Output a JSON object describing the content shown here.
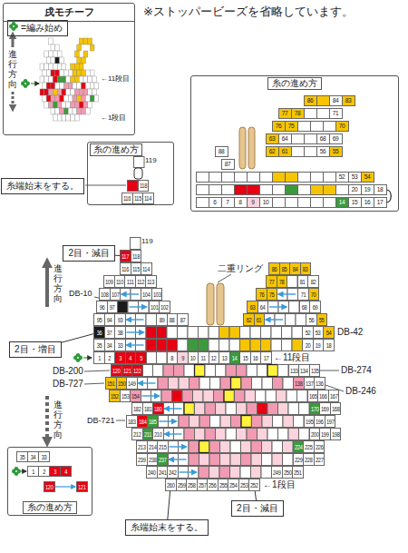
{
  "diagram": {
    "nodes": [
      {
        "text": [
          "戌モチーフ"
        ]
      },
      {
        "text": [
          "=編み始め"
        ],
        "in": 0
      },
      {
        "text": [
          "糸の進め方"
        ]
      },
      {
        "text": [
          "118"
        ],
        "in": 2
      },
      {
        "text": [
          "116"
        ],
        "in": 2
      },
      {
        "text": [
          "115"
        ],
        "in": 2
      },
      {
        "text": [
          "114"
        ],
        "in": 2
      },
      {
        "text": [
          "糸端始末をする。"
        ]
      },
      {
        "text": [
          "糸の進め方"
        ]
      },
      {
        "text": [
          "86"
        ],
        "in": 8
      },
      {
        "text": [
          "84"
        ],
        "in": 8
      },
      {
        "text": [
          "83"
        ],
        "in": 8
      },
      {
        "text": [
          "77"
        ],
        "in": 8
      },
      {
        "text": [
          "78"
        ],
        "in": 8
      },
      {
        "text": [
          "71"
        ],
        "in": 8
      },
      {
        "text": [
          "76"
        ],
        "in": 8
      },
      {
        "text": [
          "75"
        ],
        "in": 8
      },
      {
        "text": [
          "70"
        ],
        "in": 8
      },
      {
        "text": [
          "63"
        ],
        "in": 8
      },
      {
        "text": [
          "64"
        ],
        "in": 8
      },
      {
        "text": [
          "68"
        ],
        "in": 8
      },
      {
        "text": [
          "69"
        ],
        "in": 8
      },
      {
        "text": [
          "88"
        ],
        "in": 8
      },
      {
        "text": [
          "62"
        ],
        "in": 8
      },
      {
        "text": [
          "61"
        ],
        "in": 8
      },
      {
        "text": [
          "56"
        ],
        "in": 8
      },
      {
        "text": [
          "55"
        ],
        "in": 8
      },
      {
        "text": [
          "87"
        ],
        "in": 8
      },
      {
        "text": [
          "52"
        ],
        "in": 8
      },
      {
        "text": [
          "53"
        ],
        "in": 8
      },
      {
        "text": [
          "54"
        ],
        "in": 8
      },
      {
        "text": [
          "20"
        ],
        "in": 8
      },
      {
        "text": [
          "19"
        ],
        "in": 8
      },
      {
        "text": [
          "18"
        ],
        "in": 8
      },
      {
        "text": [
          "6"
        ],
        "in": 8
      },
      {
        "text": [
          "7"
        ],
        "in": 8
      },
      {
        "text": [
          "8"
        ],
        "in": 8
      },
      {
        "text": [
          "9"
        ],
        "in": 8
      },
      {
        "text": [
          "10"
        ],
        "in": 8
      },
      {
        "text": [
          "14"
        ],
        "in": 8
      },
      {
        "text": [
          "15"
        ],
        "in": 8
      },
      {
        "text": [
          "16"
        ],
        "in": 8
      },
      {
        "text": [
          "17"
        ],
        "in": 8
      },
      {
        "text": [
          "117"
        ]
      },
      {
        "text": [
          "118"
        ]
      },
      {
        "text": [
          "116"
        ]
      },
      {
        "text": [
          "115"
        ]
      },
      {
        "text": [
          "114"
        ]
      },
      {
        "text": [
          "86"
        ]
      },
      {
        "text": [
          "85"
        ]
      },
      {
        "text": [
          "84"
        ]
      },
      {
        "text": [
          "83"
        ]
      },
      {
        "text": [
          "109"
        ]
      },
      {
        "text": [
          "110"
        ]
      },
      {
        "text": [
          "111"
        ]
      },
      {
        "text": [
          "112"
        ]
      },
      {
        "text": [
          "113"
        ]
      },
      {
        "text": [
          "77"
        ]
      },
      {
        "text": [
          "78"
        ]
      },
      {
        "text": [
          "81"
        ]
      },
      {
        "text": [
          "82"
        ]
      },
      {
        "text": [
          "108"
        ]
      },
      {
        "text": [
          "107"
        ]
      },
      {
        "text": [
          "104"
        ]
      },
      {
        "text": [
          "103"
        ]
      },
      {
        "text": [
          "76"
        ]
      },
      {
        "text": [
          "75"
        ]
      },
      {
        "text": [
          "71"
        ]
      },
      {
        "text": [
          "70"
        ]
      },
      {
        "text": [
          "96"
        ]
      },
      {
        "text": [
          "97"
        ]
      },
      {
        "text": [
          "101"
        ]
      },
      {
        "text": [
          "102"
        ]
      },
      {
        "text": [
          "63"
        ]
      },
      {
        "text": [
          "64"
        ]
      },
      {
        "text": [
          "68"
        ]
      },
      {
        "text": [
          "69"
        ]
      },
      {
        "text": [
          "95"
        ]
      },
      {
        "text": [
          "94"
        ]
      },
      {
        "text": [
          "93"
        ]
      },
      {
        "text": [
          "89"
        ]
      },
      {
        "text": [
          "88"
        ]
      },
      {
        "text": [
          "87"
        ]
      },
      {
        "text": [
          "62"
        ]
      },
      {
        "text": [
          "61"
        ]
      },
      {
        "text": [
          "56"
        ]
      },
      {
        "text": [
          "55"
        ]
      },
      {
        "text": [
          "36"
        ]
      },
      {
        "text": [
          "37"
        ]
      },
      {
        "text": [
          "38"
        ]
      },
      {
        "text": [
          "52"
        ]
      },
      {
        "text": [
          "53"
        ]
      },
      {
        "text": [
          "54"
        ]
      },
      {
        "text": [
          "35"
        ]
      },
      {
        "text": [
          "34"
        ]
      },
      {
        "text": [
          "33"
        ]
      },
      {
        "text": [
          "20"
        ]
      },
      {
        "text": [
          "19"
        ]
      },
      {
        "text": [
          "18"
        ]
      },
      {
        "text": [
          "1"
        ]
      },
      {
        "text": [
          "2"
        ]
      },
      {
        "text": [
          "3"
        ]
      },
      {
        "text": [
          "4"
        ]
      },
      {
        "text": [
          "5"
        ]
      },
      {
        "text": [
          "8"
        ]
      },
      {
        "text": [
          "9"
        ]
      },
      {
        "text": [
          "10"
        ]
      },
      {
        "text": [
          "11"
        ]
      },
      {
        "text": [
          "12"
        ]
      },
      {
        "text": [
          "13"
        ]
      },
      {
        "text": [
          "14"
        ]
      },
      {
        "text": [
          "15"
        ]
      },
      {
        "text": [
          "16"
        ]
      },
      {
        "text": [
          "17"
        ]
      },
      {
        "text": [
          "120"
        ]
      },
      {
        "text": [
          "121"
        ]
      },
      {
        "text": [
          "122"
        ]
      },
      {
        "text": [
          "133"
        ]
      },
      {
        "text": [
          "134"
        ]
      },
      {
        "text": [
          "135"
        ]
      },
      {
        "text": [
          "151"
        ]
      },
      {
        "text": [
          "150"
        ]
      },
      {
        "text": [
          "149"
        ]
      },
      {
        "text": [
          "138"
        ]
      },
      {
        "text": [
          "137"
        ]
      },
      {
        "text": [
          "136"
        ]
      },
      {
        "text": [
          "152"
        ]
      },
      {
        "text": [
          "153"
        ]
      },
      {
        "text": [
          "154"
        ]
      },
      {
        "text": [
          "165"
        ]
      },
      {
        "text": [
          "166"
        ]
      },
      {
        "text": [
          "167"
        ]
      },
      {
        "text": [
          "182"
        ]
      },
      {
        "text": [
          "181"
        ]
      },
      {
        "text": [
          "180"
        ]
      },
      {
        "text": [
          "170"
        ]
      },
      {
        "text": [
          "169"
        ]
      },
      {
        "text": [
          "168"
        ]
      },
      {
        "text": [
          "183"
        ]
      },
      {
        "text": [
          "184"
        ]
      },
      {
        "text": [
          "185"
        ]
      },
      {
        "text": [
          "195"
        ]
      },
      {
        "text": [
          "196"
        ]
      },
      {
        "text": [
          "197"
        ]
      },
      {
        "text": [
          "212"
        ]
      },
      {
        "text": [
          "211"
        ]
      },
      {
        "text": [
          "210"
        ]
      },
      {
        "text": [
          "200"
        ]
      },
      {
        "text": [
          "199"
        ]
      },
      {
        "text": [
          "198"
        ]
      },
      {
        "text": [
          "213"
        ]
      },
      {
        "text": [
          "214"
        ]
      },
      {
        "text": [
          "215"
        ]
      },
      {
        "text": [
          "224"
        ]
      },
      {
        "text": [
          "225"
        ]
      },
      {
        "text": [
          "226"
        ]
      },
      {
        "text": [
          "239"
        ]
      },
      {
        "text": [
          "238"
        ]
      },
      {
        "text": [
          "237"
        ]
      },
      {
        "text": [
          "229"
        ]
      },
      {
        "text": [
          "228"
        ]
      },
      {
        "text": [
          "227"
        ]
      },
      {
        "text": [
          "240"
        ]
      },
      {
        "text": [
          "241"
        ]
      },
      {
        "text": [
          "242"
        ]
      },
      {
        "text": [
          "249"
        ]
      },
      {
        "text": [
          "250"
        ]
      },
      {
        "text": [
          "251"
        ]
      },
      {
        "text": [
          "260"
        ]
      },
      {
        "text": [
          "259"
        ]
      },
      {
        "text": [
          "258"
        ]
      },
      {
        "text": [
          "257"
        ]
      },
      {
        "text": [
          "256"
        ]
      },
      {
        "text": [
          "255"
        ]
      },
      {
        "text": [
          "254"
        ]
      },
      {
        "text": [
          "253"
        ]
      },
      {
        "text": [
          "252"
        ]
      },
      {
        "text": [
          "2目・減目"
        ]
      },
      {
        "text": [
          "2目・増目"
        ]
      },
      {
        "text": [
          "2目・減目"
        ]
      },
      {
        "text": [
          "糸端始末をする。"
        ]
      },
      {
        "text": [
          "糸の進め方"
        ]
      },
      {
        "text": [
          "35"
        ],
        "in": 181
      },
      {
        "text": [
          "34"
        ],
        "in": 181
      },
      {
        "text": [
          "33"
        ],
        "in": 181
      },
      {
        "text": [
          "1"
        ],
        "in": 181
      },
      {
        "text": [
          "2"
        ],
        "in": 181
      },
      {
        "text": [
          "3"
        ],
        "in": 181
      },
      {
        "text": [
          "4"
        ],
        "in": 181
      },
      {
        "text": [
          "120"
        ],
        "in": 181
      },
      {
        "text": [
          "121"
        ],
        "in": 181
      }
    ],
    "edges": [
      {
        "from": 177,
        "to": 43,
        "arrow": "none"
      },
      {
        "from": 178,
        "to": 87,
        "arrow": "none"
      },
      {
        "from": 179,
        "to": 176,
        "arrow": "none"
      },
      {
        "from": 180,
        "to": 168,
        "arrow": "none"
      }
    ],
    "labels": [
      "※ストッパービーズを省略しています。",
      "進行方向",
      "←11段目",
      "←1段目",
      "119",
      "119",
      "二重リング",
      "進行方向",
      "DB-10",
      "DB-42",
      "←11段目",
      "DB-200",
      "DB-727",
      "DB-274",
      "DB-246",
      "進行方向",
      "DB-721",
      "←1段目"
    ]
  }
}
